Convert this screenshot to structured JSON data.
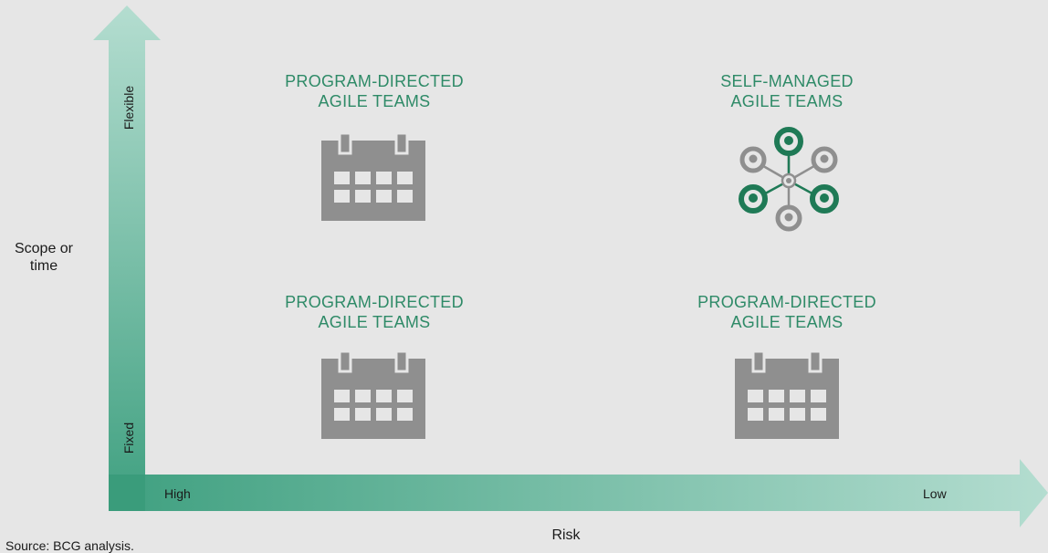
{
  "colors": {
    "background": "#e6e6e6",
    "accent_green": "#2e8a67",
    "icon_gray": "#8f8f8f",
    "arrow_dark": "#3fa080",
    "arrow_light": "#a9d7c8"
  },
  "y_axis": {
    "label": "Scope or time",
    "top_label": "Flexible",
    "bottom_label": "Fixed"
  },
  "x_axis": {
    "label": "Risk",
    "left_label": "High",
    "right_label": "Low"
  },
  "quadrants": {
    "top_left": {
      "line1": "PROGRAM-DIRECTED",
      "line2": "AGILE TEAMS",
      "icon": "calendar-icon"
    },
    "top_right": {
      "line1": "SELF-MANAGED",
      "line2": "AGILE TEAMS",
      "icon": "network-team-icon"
    },
    "bottom_left": {
      "line1": "PROGRAM-DIRECTED",
      "line2": "AGILE TEAMS",
      "icon": "calendar-icon"
    },
    "bottom_right": {
      "line1": "PROGRAM-DIRECTED",
      "line2": "AGILE TEAMS",
      "icon": "calendar-icon"
    }
  },
  "source": "Source: BCG analysis."
}
